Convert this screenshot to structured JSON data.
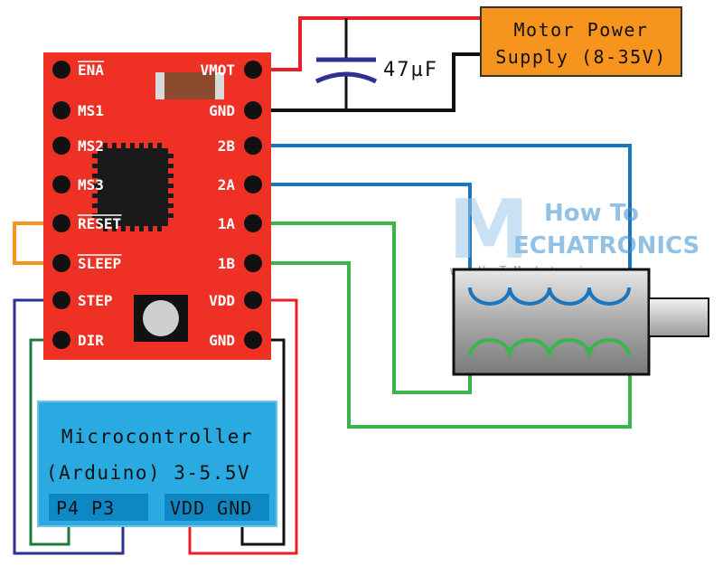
{
  "driver": {
    "left_pins": [
      {
        "label": "ENA",
        "overline": true
      },
      {
        "label": "MS1",
        "overline": false
      },
      {
        "label": "MS2",
        "overline": false
      },
      {
        "label": "MS3",
        "overline": false
      },
      {
        "label": "RESET",
        "overline": true
      },
      {
        "label": "SLEEP",
        "overline": true
      },
      {
        "label": "STEP",
        "overline": false
      },
      {
        "label": "DIR",
        "overline": false
      }
    ],
    "right_pins": [
      "VMOT",
      "GND",
      "2B",
      "2A",
      "1A",
      "1B",
      "VDD",
      "GND"
    ],
    "board_color": "#ee3124"
  },
  "capacitor": {
    "label": "47µF"
  },
  "power_supply": {
    "line1": "Motor Power",
    "line2": "Supply (8-35V)",
    "fill": "#f7941d"
  },
  "microcontroller": {
    "title": "Microcontroller",
    "subtitle": "(Arduino) 3-5.5V",
    "pins_left": "P4 P3",
    "pins_right": "VDD GND",
    "fill": "#29abe2"
  },
  "watermark": {
    "line1": "How To",
    "line2": "ECHATRONICS",
    "url": "www.HowToMechatronics.com"
  },
  "wire_colors": {
    "red": "#e8202a",
    "black": "#111111",
    "blue": "#1b75bc",
    "green": "#39b54a",
    "orange": "#f7941d",
    "navy": "#2e3192",
    "darkgreen": "#1e7a3c"
  }
}
